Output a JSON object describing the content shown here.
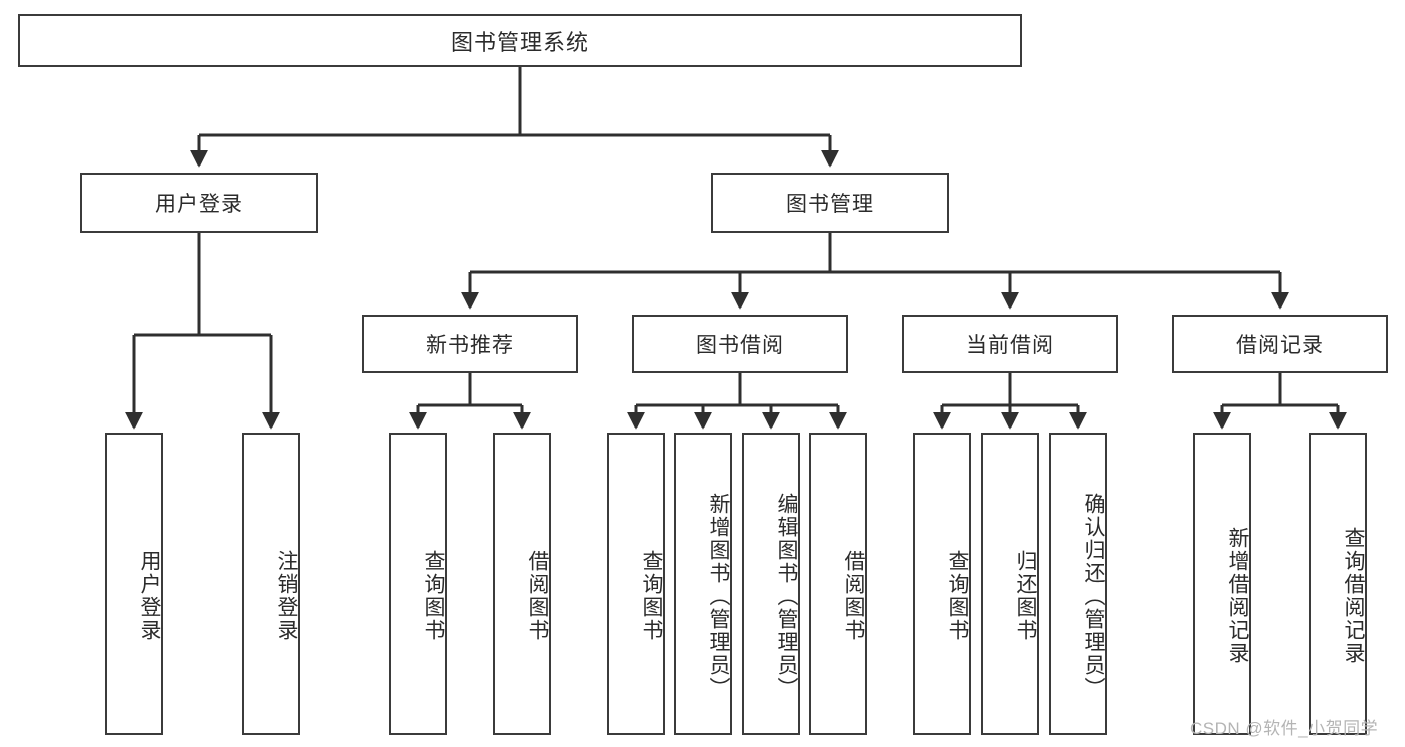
{
  "diagram": {
    "title": "图书管理系统",
    "type": "tree",
    "watermark": "CSDN @软件_小贺同学",
    "colors": {
      "box_border": "#3b3b3b",
      "box_fill": "#ffffff",
      "edge": "#2f2f2f",
      "text": "#2b2b2b",
      "watermark": "#b4b4b4",
      "background": "#ffffff"
    },
    "levels": {
      "root": {
        "label": "图书管理系统"
      },
      "level2": [
        {
          "label": "用户登录"
        },
        {
          "label": "图书管理"
        }
      ],
      "level3": [
        {
          "label": "新书推荐"
        },
        {
          "label": "图书借阅"
        },
        {
          "label": "当前借阅"
        },
        {
          "label": "借阅记录"
        }
      ],
      "leaves": {
        "user_login": [
          {
            "label": "用户登录"
          },
          {
            "label": "注销登录"
          }
        ],
        "new_book_recommend": [
          {
            "label": "查询图书"
          },
          {
            "label": "借阅图书"
          }
        ],
        "book_borrow": [
          {
            "label": "查询图书"
          },
          {
            "label": "新增图书（管理员）"
          },
          {
            "label": "编辑图书（管理员）"
          },
          {
            "label": "借阅图书"
          }
        ],
        "current_borrow": [
          {
            "label": "查询图书"
          },
          {
            "label": "归还图书"
          },
          {
            "label": "确认归还（管理员）"
          }
        ],
        "borrow_record": [
          {
            "label": "新增借阅记录"
          },
          {
            "label": "查询借阅记录"
          }
        ]
      }
    }
  }
}
